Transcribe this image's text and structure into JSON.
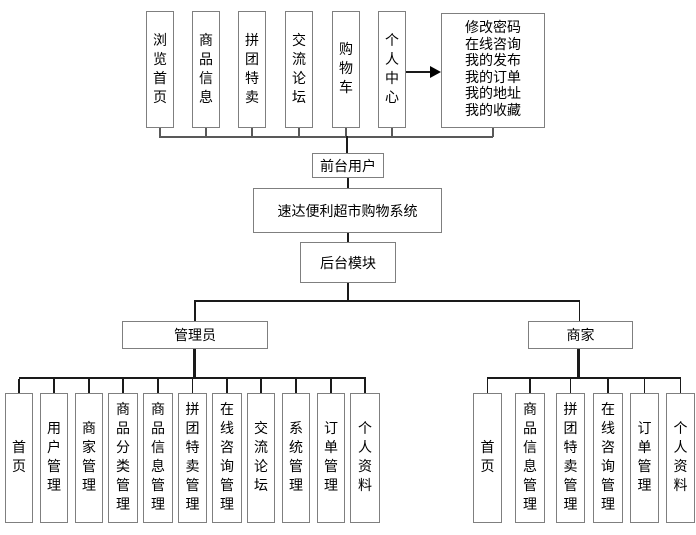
{
  "diagram": {
    "system": {
      "label": "速达便利超市购物系统"
    },
    "front": {
      "label": "前台用户",
      "modules": [
        "浏览首页",
        "商品信息",
        "拼团特卖",
        "交流论坛",
        "购物车",
        "个人中心"
      ],
      "personal_center_menu": [
        "修改密码",
        "在线咨询",
        "我的发布",
        "我的订单",
        "我的地址",
        "我的收藏"
      ]
    },
    "back": {
      "label": "后台模块",
      "admin": {
        "label": "管理员",
        "modules": [
          "首页",
          "用户管理",
          "商家管理",
          "商品分类管理",
          "商品信息管理",
          "拼团特卖管理",
          "在线咨询管理",
          "交流论坛",
          "系统管理",
          "订单管理",
          "个人资料"
        ]
      },
      "merchant": {
        "label": "商家",
        "modules": [
          "首页",
          "商品信息管理",
          "拼团特卖管理",
          "在线咨询管理",
          "订单管理",
          "个人资料"
        ]
      }
    }
  },
  "colors": {
    "box_border": "#7f7f7f",
    "connector": "#595959",
    "connector_dark": "#1a1a1a",
    "text": "#000000",
    "canvas_bg": "#ffffff"
  }
}
